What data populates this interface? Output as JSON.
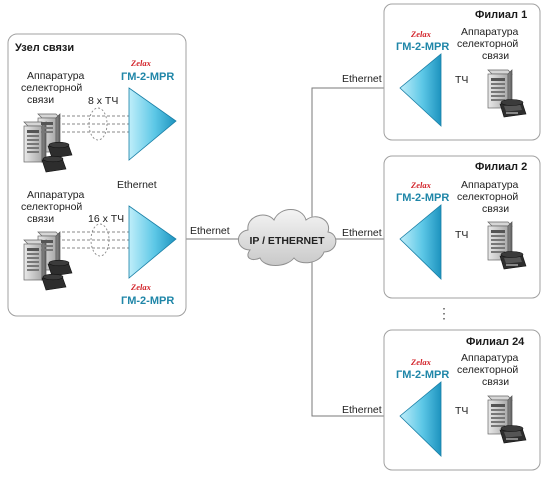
{
  "colors": {
    "accent": "#1f86a8",
    "brand": "#d3232a",
    "panel_border": "#9c9c9c",
    "link_line": "#777777"
  },
  "node": {
    "title": "Узел связи",
    "equipment_label": [
      "Аппаратура",
      "селекторной",
      "связи"
    ],
    "channels_top": "8 х ТЧ",
    "channels_bottom": "16 х ТЧ",
    "interconnect": "Ethernet",
    "uplink": "Ethernet"
  },
  "device": {
    "brand": "Zelax",
    "model": "ГМ-2-MPR"
  },
  "cloud": {
    "label": "IP / ETHERNET"
  },
  "branches": [
    {
      "title": "Филиал 1",
      "link": "Ethernet",
      "channel": "ТЧ",
      "equipment_label": [
        "Аппаратура",
        "селекторной",
        "связи"
      ]
    },
    {
      "title": "Филиал 2",
      "link": "Ethernet",
      "channel": "ТЧ",
      "equipment_label": [
        "Аппаратура",
        "селекторной",
        "связи"
      ]
    },
    {
      "title": "Филиал 24",
      "link": "Ethernet",
      "channel": "ТЧ",
      "equipment_label": [
        "Аппаратура",
        "селекторной",
        "связи"
      ]
    }
  ],
  "ellipsis": "⋮"
}
